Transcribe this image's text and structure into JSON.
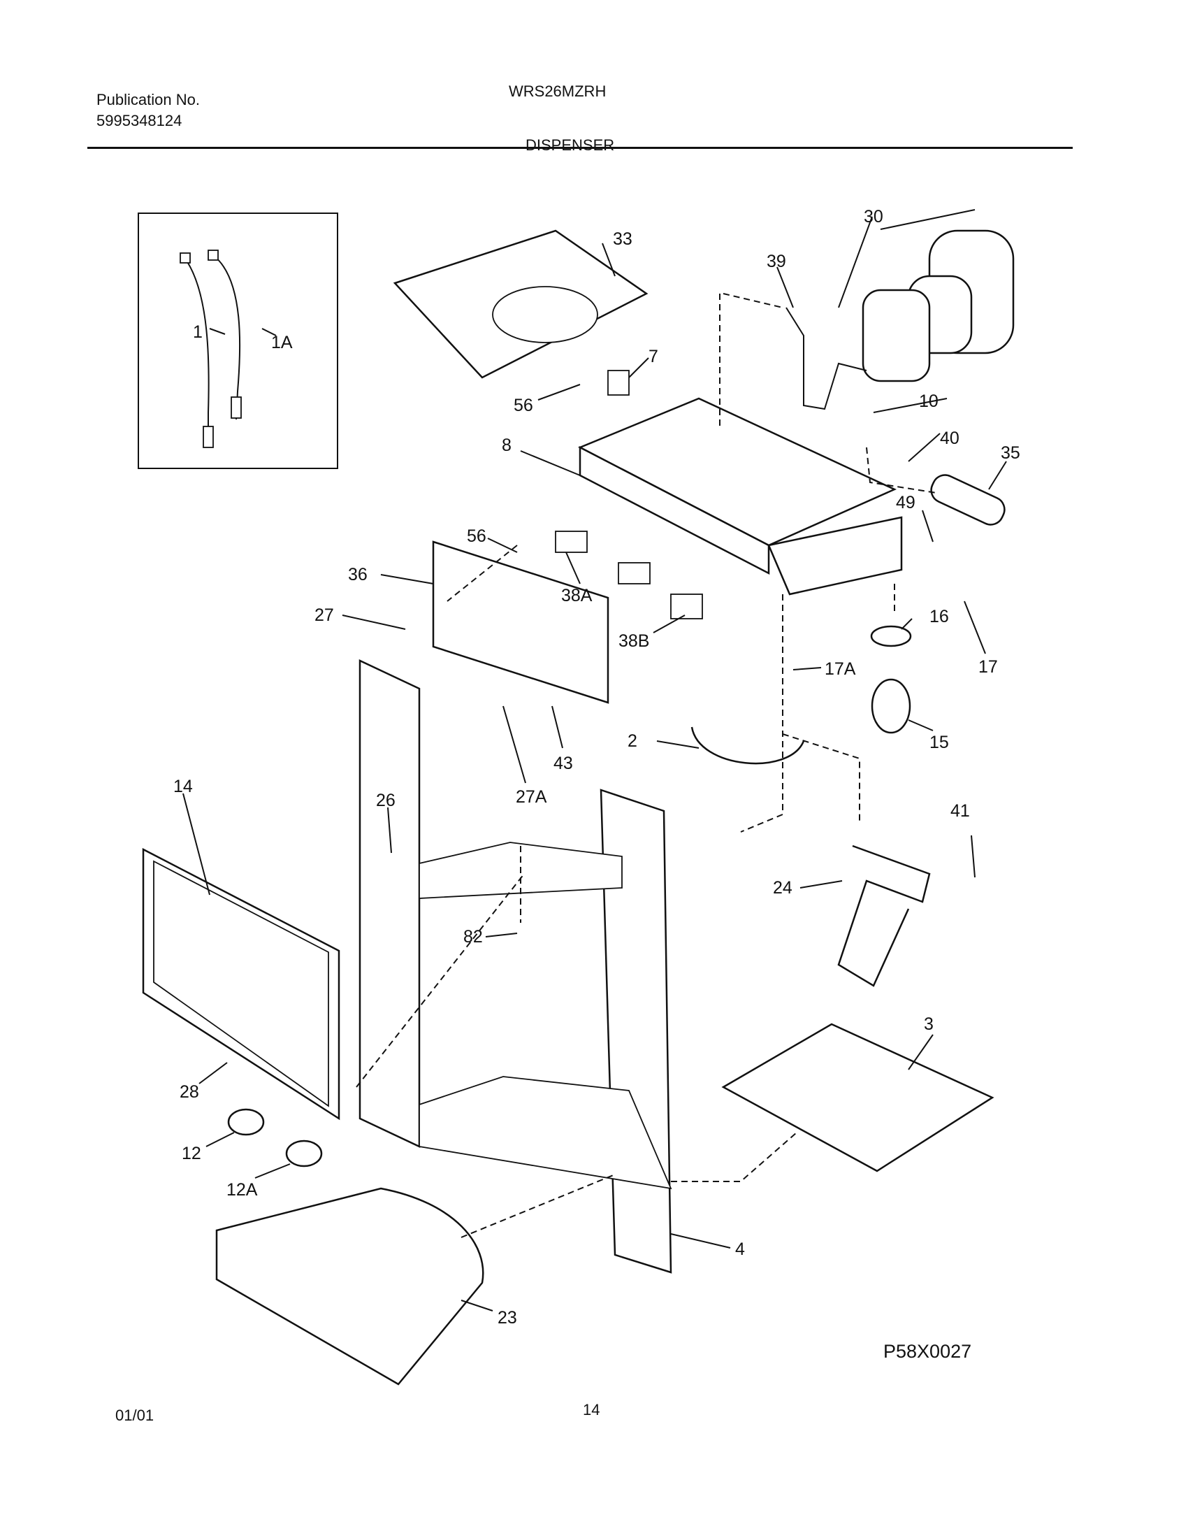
{
  "header": {
    "publication_label": "Publication No.",
    "publication_number": "5995348124",
    "model": "WRS26MZRH",
    "section": "DISPENSER"
  },
  "parts": {
    "p1": "1",
    "p1a": "1A",
    "p33": "33",
    "p30": "30",
    "p39": "39",
    "p7": "7",
    "p56a": "56",
    "p10": "10",
    "p8": "8",
    "p40": "40",
    "p35": "35",
    "p49": "49",
    "p56b": "56",
    "p36": "36",
    "p38a": "38A",
    "p27": "27",
    "p38b": "38B",
    "p16": "16",
    "p17": "17",
    "p17a": "17A",
    "p43": "43",
    "p2": "2",
    "p15": "15",
    "p27a": "27A",
    "p14": "14",
    "p26": "26",
    "p41": "41",
    "p24": "24",
    "p82": "82",
    "p3": "3",
    "p28": "28",
    "p12": "12",
    "p12a": "12A",
    "p4": "4",
    "p23": "23"
  },
  "footer": {
    "diagram_code": "P58X0027",
    "date": "01/01",
    "page": "14"
  }
}
